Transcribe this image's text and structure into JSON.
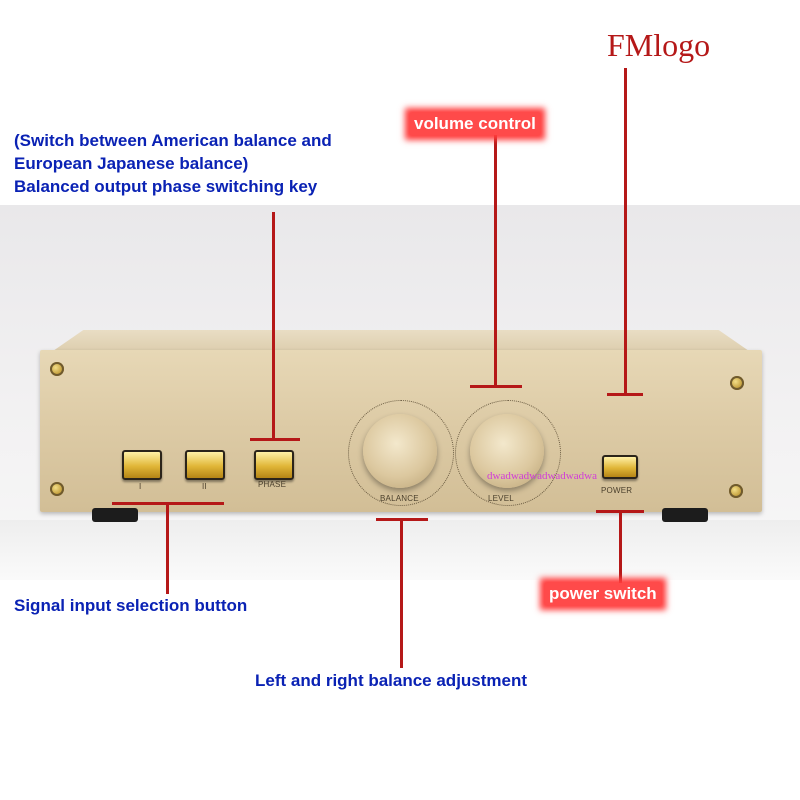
{
  "logo_text": "FMlogo",
  "watermark_text": "dwadwadwadwadwadwa",
  "annotations": {
    "phase_line1": "(Switch between American balance and",
    "phase_line2": "European Japanese balance)",
    "phase_line3": "Balanced output phase switching key",
    "volume": "volume control",
    "signal_input": "Signal input selection button",
    "power": "power switch",
    "balance_adjust": "Left and right balance adjustment"
  },
  "panel_labels": {
    "input_1": "I",
    "input_2": "II",
    "phase": "PHASE",
    "balance": "BALANCE",
    "level": "LEVEL",
    "power": "POWER"
  },
  "colors": {
    "annotation_blue": "#0a22b4",
    "annotation_highlight": "#ff4a4a",
    "leader_line": "#b51818",
    "chassis_gold": "#ddcba6"
  }
}
